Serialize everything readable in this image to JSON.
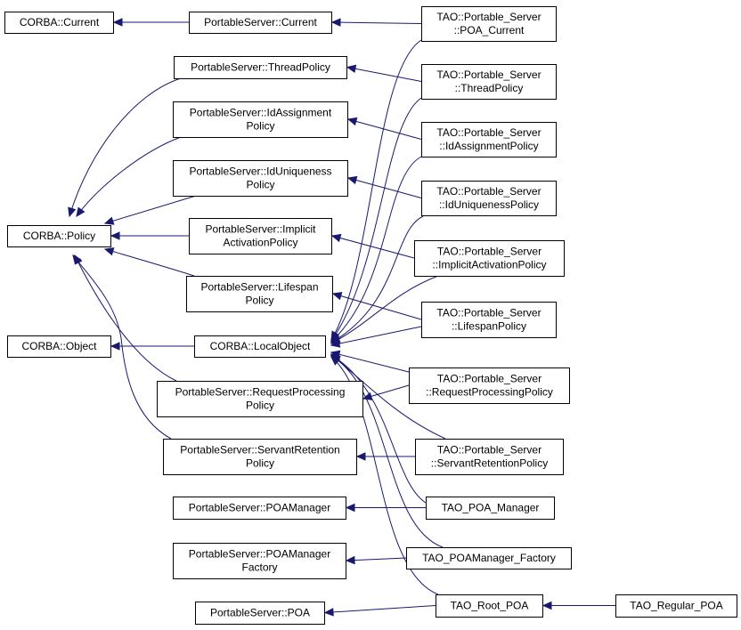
{
  "diagram": {
    "type": "inheritance-graph",
    "edge_color": "#191970",
    "nodes": [
      {
        "id": "corba_current",
        "lines": [
          "CORBA::Current"
        ]
      },
      {
        "id": "ps_current",
        "lines": [
          "PortableServer::Current"
        ]
      },
      {
        "id": "tao_poa_current",
        "lines": [
          "TAO::Portable_Server",
          "::POA_Current"
        ]
      },
      {
        "id": "ps_threadpolicy",
        "lines": [
          "PortableServer::ThreadPolicy"
        ]
      },
      {
        "id": "tao_threadpolicy",
        "lines": [
          "TAO::Portable_Server",
          "::ThreadPolicy"
        ]
      },
      {
        "id": "ps_idassignment",
        "lines": [
          "PortableServer::IdAssignment",
          "Policy"
        ]
      },
      {
        "id": "tao_idassignment",
        "lines": [
          "TAO::Portable_Server",
          "::IdAssignmentPolicy"
        ]
      },
      {
        "id": "ps_iduniqueness",
        "lines": [
          "PortableServer::IdUniqueness",
          "Policy"
        ]
      },
      {
        "id": "tao_iduniqueness",
        "lines": [
          "TAO::Portable_Server",
          "::IdUniquenessPolicy"
        ]
      },
      {
        "id": "corba_policy",
        "lines": [
          "CORBA::Policy"
        ]
      },
      {
        "id": "ps_implicit",
        "lines": [
          "PortableServer::Implicit",
          "ActivationPolicy"
        ]
      },
      {
        "id": "tao_implicit",
        "lines": [
          "TAO::Portable_Server",
          "::ImplicitActivationPolicy"
        ]
      },
      {
        "id": "ps_lifespan",
        "lines": [
          "PortableServer::Lifespan",
          "Policy"
        ]
      },
      {
        "id": "tao_lifespan",
        "lines": [
          "TAO::Portable_Server",
          "::LifespanPolicy"
        ]
      },
      {
        "id": "corba_object",
        "lines": [
          "CORBA::Object"
        ]
      },
      {
        "id": "corba_localobject",
        "lines": [
          "CORBA::LocalObject"
        ]
      },
      {
        "id": "ps_requestprocessing",
        "lines": [
          "PortableServer::RequestProcessing",
          "Policy"
        ]
      },
      {
        "id": "tao_requestprocessing",
        "lines": [
          "TAO::Portable_Server",
          "::RequestProcessingPolicy"
        ]
      },
      {
        "id": "ps_servantretention",
        "lines": [
          "PortableServer::ServantRetention",
          "Policy"
        ]
      },
      {
        "id": "tao_servantretention",
        "lines": [
          "TAO::Portable_Server",
          "::ServantRetentionPolicy"
        ]
      },
      {
        "id": "ps_poamanager",
        "lines": [
          "PortableServer::POAManager"
        ]
      },
      {
        "id": "tao_poa_manager",
        "lines": [
          "TAO_POA_Manager"
        ]
      },
      {
        "id": "ps_poamanagerfactory",
        "lines": [
          "PortableServer::POAManager",
          "Factory"
        ]
      },
      {
        "id": "tao_poamanager_factory",
        "lines": [
          "TAO_POAManager_Factory"
        ]
      },
      {
        "id": "ps_poa",
        "lines": [
          "PortableServer::POA"
        ]
      },
      {
        "id": "tao_root_poa",
        "lines": [
          "TAO_Root_POA"
        ]
      },
      {
        "id": "tao_regular_poa",
        "lines": [
          "TAO_Regular_POA"
        ]
      }
    ],
    "edges": [
      {
        "from": "ps_current",
        "to": "corba_current"
      },
      {
        "from": "tao_poa_current",
        "to": "ps_current"
      },
      {
        "from": "tao_threadpolicy",
        "to": "ps_threadpolicy"
      },
      {
        "from": "tao_idassignment",
        "to": "ps_idassignment"
      },
      {
        "from": "tao_iduniqueness",
        "to": "ps_iduniqueness"
      },
      {
        "from": "tao_implicit",
        "to": "ps_implicit"
      },
      {
        "from": "tao_lifespan",
        "to": "ps_lifespan"
      },
      {
        "from": "ps_threadpolicy",
        "to": "corba_policy"
      },
      {
        "from": "ps_idassignment",
        "to": "corba_policy"
      },
      {
        "from": "ps_iduniqueness",
        "to": "corba_policy"
      },
      {
        "from": "ps_implicit",
        "to": "corba_policy"
      },
      {
        "from": "ps_lifespan",
        "to": "corba_policy"
      },
      {
        "from": "ps_requestprocessing",
        "to": "corba_policy"
      },
      {
        "from": "ps_servantretention",
        "to": "corba_policy"
      },
      {
        "from": "corba_localobject",
        "to": "corba_object"
      },
      {
        "from": "tao_requestprocessing",
        "to": "ps_requestprocessing"
      },
      {
        "from": "tao_servantretention",
        "to": "ps_servantretention"
      },
      {
        "from": "tao_poa_manager",
        "to": "ps_poamanager"
      },
      {
        "from": "tao_poamanager_factory",
        "to": "ps_poamanagerfactory"
      },
      {
        "from": "tao_root_poa",
        "to": "ps_poa"
      },
      {
        "from": "tao_regular_poa",
        "to": "tao_root_poa"
      },
      {
        "from": "tao_poa_current",
        "to": "corba_localobject"
      },
      {
        "from": "tao_threadpolicy",
        "to": "corba_localobject"
      },
      {
        "from": "tao_idassignment",
        "to": "corba_localobject"
      },
      {
        "from": "tao_iduniqueness",
        "to": "corba_localobject"
      },
      {
        "from": "tao_implicit",
        "to": "corba_localobject"
      },
      {
        "from": "tao_lifespan",
        "to": "corba_localobject"
      },
      {
        "from": "tao_requestprocessing",
        "to": "corba_localobject"
      },
      {
        "from": "tao_servantretention",
        "to": "corba_localobject"
      },
      {
        "from": "tao_poa_manager",
        "to": "corba_localobject"
      },
      {
        "from": "tao_poamanager_factory",
        "to": "corba_localobject"
      },
      {
        "from": "tao_root_poa",
        "to": "corba_localobject"
      }
    ]
  }
}
